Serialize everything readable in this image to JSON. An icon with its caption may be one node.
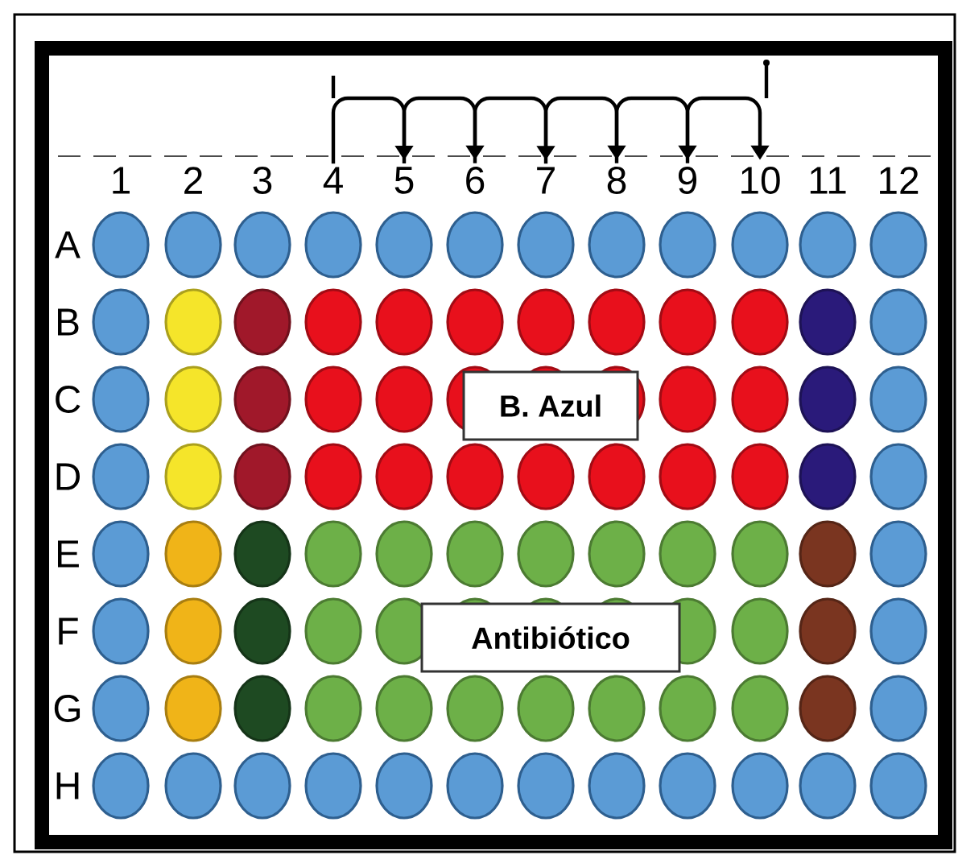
{
  "diagram": {
    "nodes": [
      {
        "text": [
          "4"
        ]
      },
      {
        "text": [
          "5"
        ]
      },
      {
        "text": [
          "6"
        ]
      },
      {
        "text": [
          "7"
        ]
      },
      {
        "text": [
          "8"
        ]
      },
      {
        "text": [
          "9"
        ]
      },
      {
        "text": [
          "10"
        ]
      },
      {
        "text": [
          "B. Azul"
        ]
      },
      {
        "text": [
          "Antibiótico"
        ]
      }
    ],
    "edges": [
      {
        "from": 0,
        "to": 1,
        "arrow": "to"
      },
      {
        "from": 1,
        "to": 2,
        "arrow": "to"
      },
      {
        "from": 2,
        "to": 3,
        "arrow": "to"
      },
      {
        "from": 3,
        "to": 4,
        "arrow": "to"
      },
      {
        "from": 4,
        "to": 5,
        "arrow": "to"
      },
      {
        "from": 5,
        "to": 6,
        "arrow": "to"
      }
    ],
    "labels": [
      "1",
      "2",
      "3",
      "11",
      "12",
      "A",
      "B",
      "C",
      "D",
      "E",
      "F",
      "G",
      "H"
    ]
  }
}
